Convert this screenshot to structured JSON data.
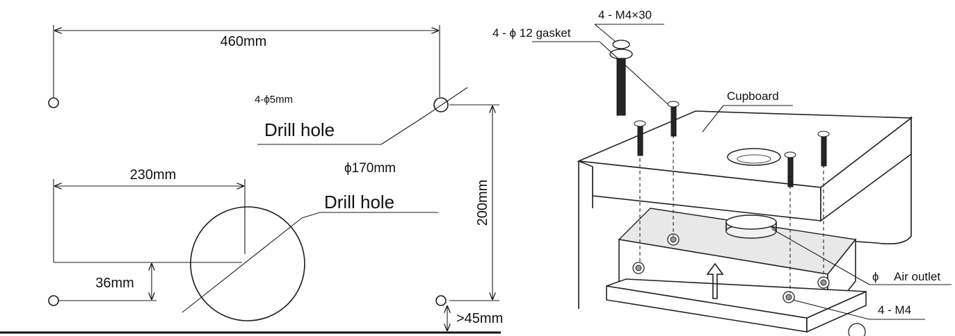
{
  "drilling_template": {
    "width_dim": "460mm",
    "small_holes_spec": "4-ϕ5mm",
    "small_holes_label": "Drill hole",
    "center_offset_dim": "230mm",
    "outlet_hole_dim": "ϕ170mm",
    "outlet_hole_label": "Drill hole",
    "height_dim": "200mm",
    "hole_offset_dim": "36mm",
    "clearance_dim": ">45mm"
  },
  "installation_view": {
    "screw_label": "4 - M4×30",
    "gasket_label": "4 - ϕ 12 gasket",
    "cupboard_label": "Cupboard",
    "outlet_symbol": "ϕ",
    "outlet_label": "Air outlet",
    "nut_label": "4 - M4"
  }
}
